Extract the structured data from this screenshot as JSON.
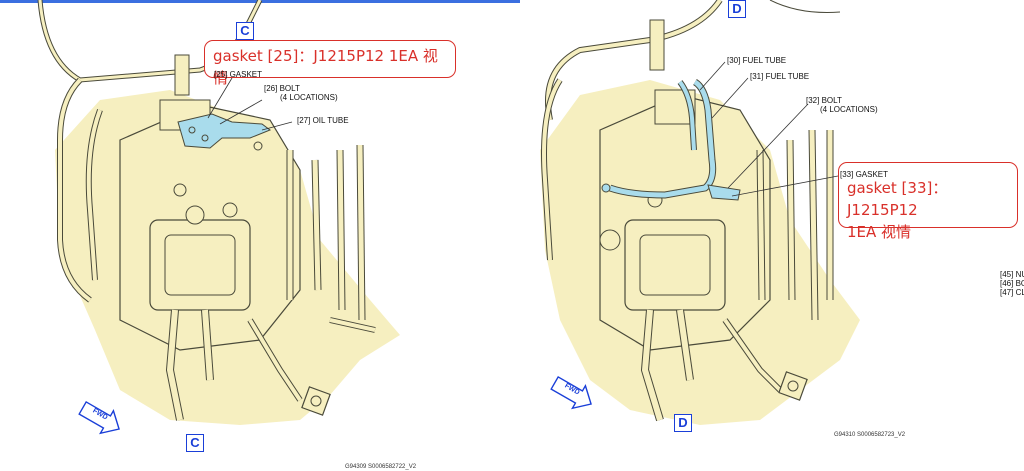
{
  "view_c": {
    "top_marker": "C",
    "bottom_marker": "C",
    "fwd_label": "FWD",
    "callouts": {
      "gasket": "[25] GASKET",
      "bolt": "[26] BOLT",
      "bolt_sub": "(4 LOCATIONS)",
      "oil_tube": "[27] OIL TUBE"
    },
    "note": "gasket [25]：J1215P12 1EA  视情",
    "figure_id": "G94309 S0006582722_V2"
  },
  "view_d": {
    "top_marker": "D",
    "bottom_marker": "D",
    "fwd_label": "FWD",
    "callouts": {
      "fuel_tube_30": "[30] FUEL TUBE",
      "fuel_tube_31": "[31] FUEL TUBE",
      "bolt": "[32] BOLT",
      "bolt_sub": "(4 LOCATIONS)",
      "gasket": "[33] GASKET"
    },
    "note_line1": "gasket [33]：J1215P12",
    "note_line2": "1EA  视情",
    "figure_id": "G94310 S0006582723_V2"
  },
  "edge_legend": [
    "[45] NU",
    "[46] BO",
    "[47] CL"
  ],
  "colors": {
    "engine_fill": "#f6efc0",
    "line": "#4a4a3a",
    "highlight_blue": "#a9dcec",
    "note_red": "#d9302a",
    "marker_blue": "#1a3fd8"
  }
}
